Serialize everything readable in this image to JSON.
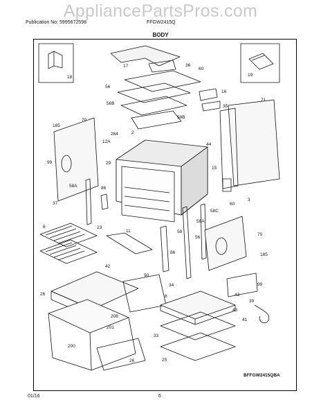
{
  "watermark": "AppliancePartsPros.com",
  "header": {
    "publication": "Publication No: 5995672598",
    "model": "FFGW2415Q"
  },
  "title": "BODY",
  "diagram_ref": "BFFGW2415QBA",
  "footer": {
    "date": "01/16",
    "page": "6"
  },
  "labels": [
    "18",
    "17",
    "36",
    "60",
    "19",
    "16",
    "56",
    "56B",
    "35",
    "71",
    "70",
    "2",
    "58B",
    "185",
    "264",
    "12A",
    "99",
    "58A",
    "29",
    "44",
    "15",
    "86",
    "37",
    "60",
    "3",
    "58C",
    "6",
    "23",
    "58A",
    "11",
    "58",
    "70",
    "56",
    "185",
    "86",
    "42",
    "90",
    "34",
    "8",
    "43",
    "26",
    "206",
    "41",
    "39",
    "201",
    "33",
    "200",
    "26",
    "25",
    "99",
    "43"
  ]
}
